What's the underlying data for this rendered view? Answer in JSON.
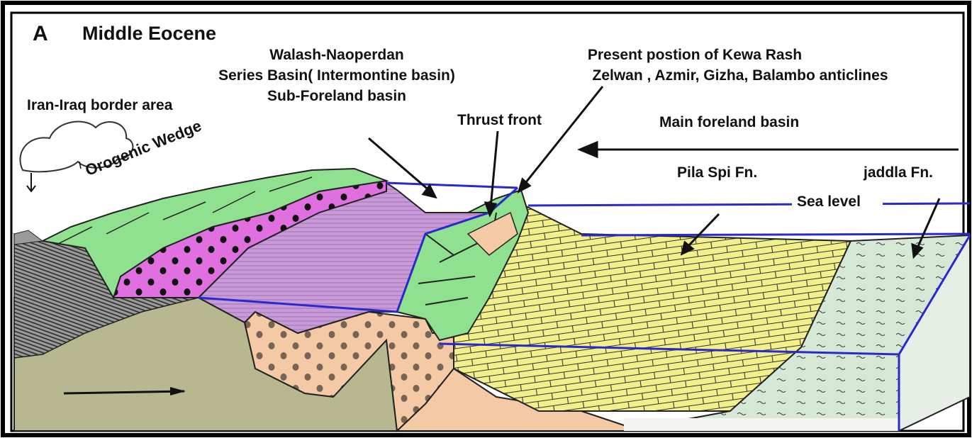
{
  "panel": {
    "letter": "A",
    "title": "Middle Eocene"
  },
  "labels": {
    "basin_line1": "Walash-Naoperdan",
    "basin_line2": "Series Basin( Intermontine basin)",
    "basin_line3": "Sub-Foreland basin",
    "position_line1": "Present postion of  Kewa  Rash",
    "position_line2": "Zelwan , Azmir,  Gizha, Balambo anticlines",
    "border": "Iran-Iraq border area",
    "wedge": "Orogenic Wedge",
    "thrust": "Thrust front",
    "foreland": "Main  foreland basin",
    "pila": "Pila Spi Fn.",
    "jaddla": "jaddla Fn.",
    "sealevel": "Sea level"
  },
  "colors": {
    "frame": "#000000",
    "orogen_purple": "#c89ad8",
    "magenta": "#e070e0",
    "green": "#8fe08f",
    "limestone": "#f2f08a",
    "marl": "#d6e8d6",
    "basement": "#b8b890",
    "peach": "#f3c9a6",
    "line_blue": "#2a2acc"
  }
}
